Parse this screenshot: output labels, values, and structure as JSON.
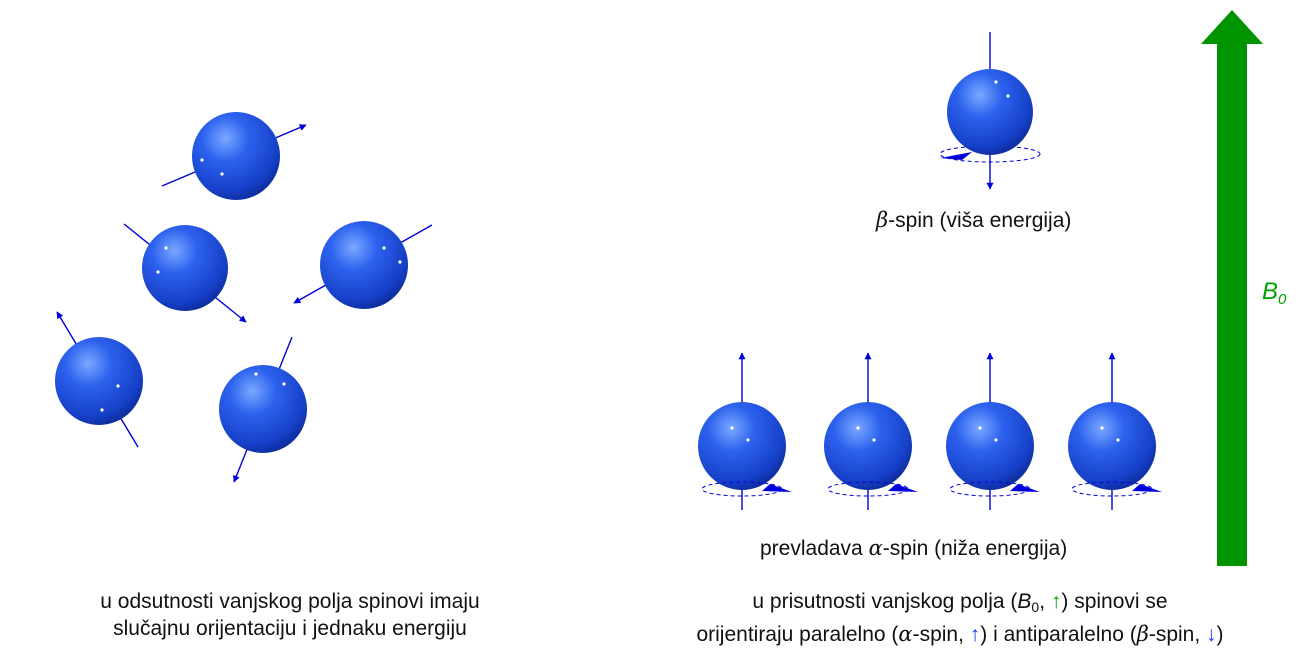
{
  "left_panel": {
    "caption_line1": "u odsutnosti vanjskog polja spinovi imaju",
    "caption_line2": "slučajnu orijentaciju i jednaku energiju"
  },
  "right_panel": {
    "beta_label": {
      "symbol": "β",
      "text": "-spin (viša energija)"
    },
    "alpha_label": {
      "prefix": "prevladava ",
      "symbol": "α",
      "text": "-spin (niža energija)"
    },
    "field_label": {
      "main": "B",
      "sub": "0"
    },
    "caption_line1": {
      "t1": "u prisutnosti vanjskog polja (",
      "b": "B",
      "sub": "0",
      "sep": ", ",
      "arrow": "↑",
      "t2": ") spinovi se"
    },
    "caption_line2": {
      "t1": "orijentiraju paralelno (",
      "alpha": "α",
      "t2": "-spin, ",
      "arrow_up": "↑",
      "t3": ") i antiparalelno (",
      "beta": "β",
      "t4": "-spin, ",
      "arrow_down": "↓",
      "t5": ")"
    }
  },
  "colors": {
    "sphere": "#1c4fe0",
    "spin_arrow": "#0000dd",
    "field_arrow": "#009400",
    "caption_text": "#111111"
  }
}
